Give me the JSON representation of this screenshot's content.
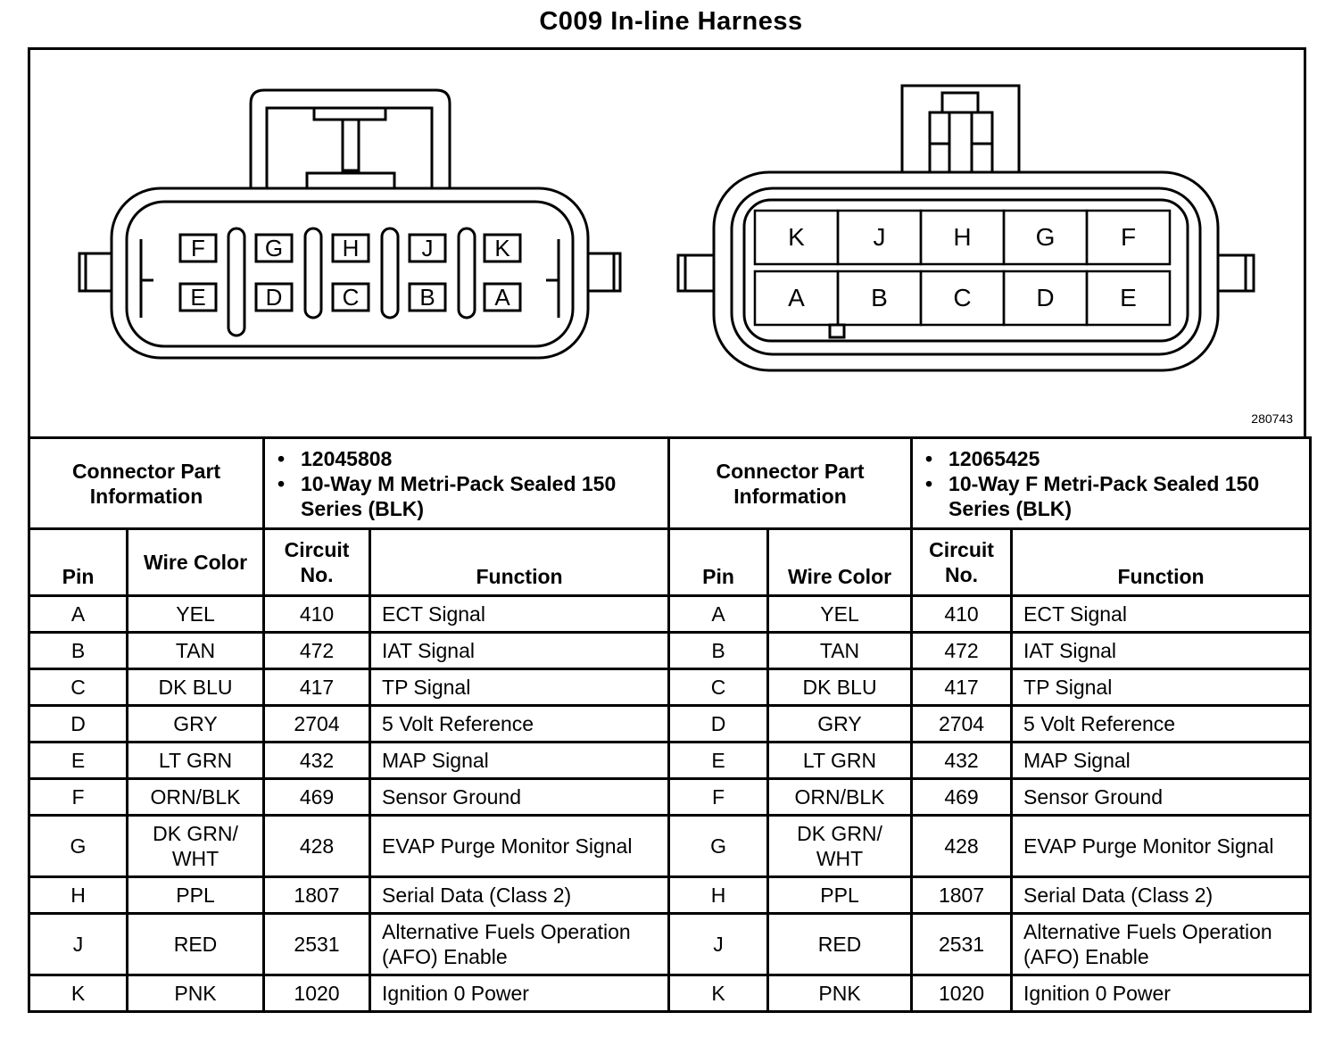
{
  "title": "C009 In-line Harness",
  "figure_id": "280743",
  "left_connector": {
    "top_row": [
      "F",
      "G",
      "H",
      "J",
      "K"
    ],
    "bottom_row": [
      "E",
      "D",
      "C",
      "B",
      "A"
    ]
  },
  "right_connector": {
    "top_row": [
      "K",
      "J",
      "H",
      "G",
      "F"
    ],
    "bottom_row": [
      "A",
      "B",
      "C",
      "D",
      "E"
    ]
  },
  "left_side": {
    "part_info_label": "Connector Part Information",
    "part_info": [
      "12045808",
      "10-Way M Metri-Pack Sealed 150 Series (BLK)"
    ]
  },
  "right_side": {
    "part_info_label": "Connector Part Information",
    "part_info": [
      "12065425",
      "10-Way F Metri-Pack Sealed 150 Series (BLK)"
    ]
  },
  "bullet_char": "•",
  "columns": {
    "left": [
      "Pin",
      "Wire Color",
      "Circuit No.",
      "Function"
    ],
    "right": [
      "Pin",
      "Wire Color",
      "Circuit No.",
      "Function"
    ]
  },
  "rows": [
    {
      "pin": "A",
      "color": "YEL",
      "circuit": "410",
      "function": "ECT Signal"
    },
    {
      "pin": "B",
      "color": "TAN",
      "circuit": "472",
      "function": "IAT Signal"
    },
    {
      "pin": "C",
      "color": "DK BLU",
      "circuit": "417",
      "function": "TP Signal"
    },
    {
      "pin": "D",
      "color": "GRY",
      "circuit": "2704",
      "function": "5 Volt Reference"
    },
    {
      "pin": "E",
      "color": "LT GRN",
      "circuit": "432",
      "function": "MAP Signal"
    },
    {
      "pin": "F",
      "color": "ORN/BLK",
      "circuit": "469",
      "function": "Sensor Ground"
    },
    {
      "pin": "G",
      "color": "DK GRN/ WHT",
      "circuit": "428",
      "function": "EVAP Purge Monitor Signal"
    },
    {
      "pin": "H",
      "color": "PPL",
      "circuit": "1807",
      "function": "Serial Data (Class 2)"
    },
    {
      "pin": "J",
      "color": "RED",
      "circuit": "2531",
      "function": "Alternative Fuels Operation (AFO) Enable"
    },
    {
      "pin": "K",
      "color": "PNK",
      "circuit": "1020",
      "function": "Ignition 0 Power"
    }
  ]
}
